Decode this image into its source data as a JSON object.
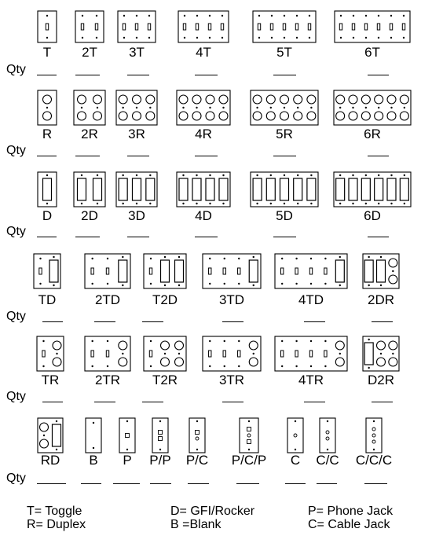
{
  "rows": [
    {
      "qty_label": "Qty",
      "plates": [
        {
          "label": "T"
        },
        {
          "label": "2T"
        },
        {
          "label": "3T"
        },
        {
          "label": "4T"
        },
        {
          "label": "5T"
        },
        {
          "label": "6T"
        }
      ]
    },
    {
      "qty_label": "Qty",
      "plates": [
        {
          "label": "R"
        },
        {
          "label": "2R"
        },
        {
          "label": "3R"
        },
        {
          "label": "4R"
        },
        {
          "label": "5R"
        },
        {
          "label": "6R"
        }
      ]
    },
    {
      "qty_label": "Qty",
      "plates": [
        {
          "label": "D"
        },
        {
          "label": "2D"
        },
        {
          "label": "3D"
        },
        {
          "label": "4D"
        },
        {
          "label": "5D"
        },
        {
          "label": "6D"
        }
      ]
    },
    {
      "qty_label": "Qty",
      "plates": [
        {
          "label": "TD"
        },
        {
          "label": "2TD"
        },
        {
          "label": "T2D"
        },
        {
          "label": "3TD"
        },
        {
          "label": "4TD"
        },
        {
          "label": "2DR"
        }
      ]
    },
    {
      "qty_label": "Qty",
      "plates": [
        {
          "label": "TR"
        },
        {
          "label": "2TR"
        },
        {
          "label": "T2R"
        },
        {
          "label": "3TR"
        },
        {
          "label": "4TR"
        },
        {
          "label": "D2R"
        }
      ]
    },
    {
      "qty_label": "Qty",
      "plates": [
        {
          "label": "RD"
        },
        {
          "label": "B"
        },
        {
          "label": "P"
        },
        {
          "label": "P/P"
        },
        {
          "label": "P/C"
        },
        {
          "label": "P/C/P"
        },
        {
          "label": "C"
        },
        {
          "label": "C/C"
        },
        {
          "label": "C/C/C"
        }
      ]
    }
  ],
  "legend": [
    "T= Toggle",
    "R= Duplex",
    "D= GFI/Rocker",
    "B =Blank",
    "P= Phone Jack",
    "C= Cable Jack"
  ]
}
